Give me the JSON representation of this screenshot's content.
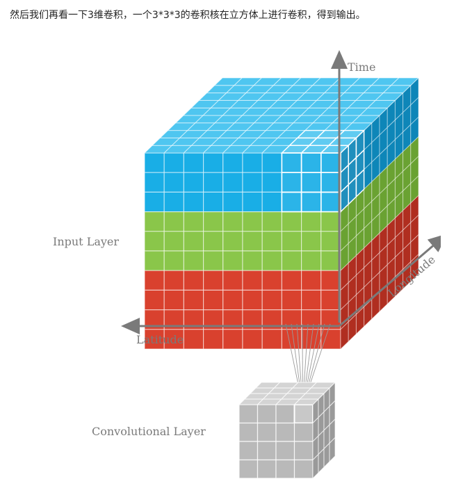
{
  "intro_text": "然后我们再看一下3维卷积，一个3*3*3的卷积核在立方体上进行卷积，得到输出。",
  "figure": {
    "axis_time": "Time",
    "axis_latitude": "Latitude",
    "axis_longitude": "Longitude",
    "input_layer_label": "Input Layer",
    "conv_layer_label": "Convolutional Layer"
  },
  "colors": {
    "blue_front": "#19aee6",
    "blue_top": "#4fc6f0",
    "blue_side": "#0e86b8",
    "green_front": "#8ac64a",
    "green_side": "#6aa232",
    "red_front": "#d9412e",
    "red_side": "#b02e20",
    "gray_front": "#b9b9b9",
    "gray_top": "#d4d4d4",
    "gray_side": "#9a9a9a",
    "axis": "#7a7a7a"
  }
}
